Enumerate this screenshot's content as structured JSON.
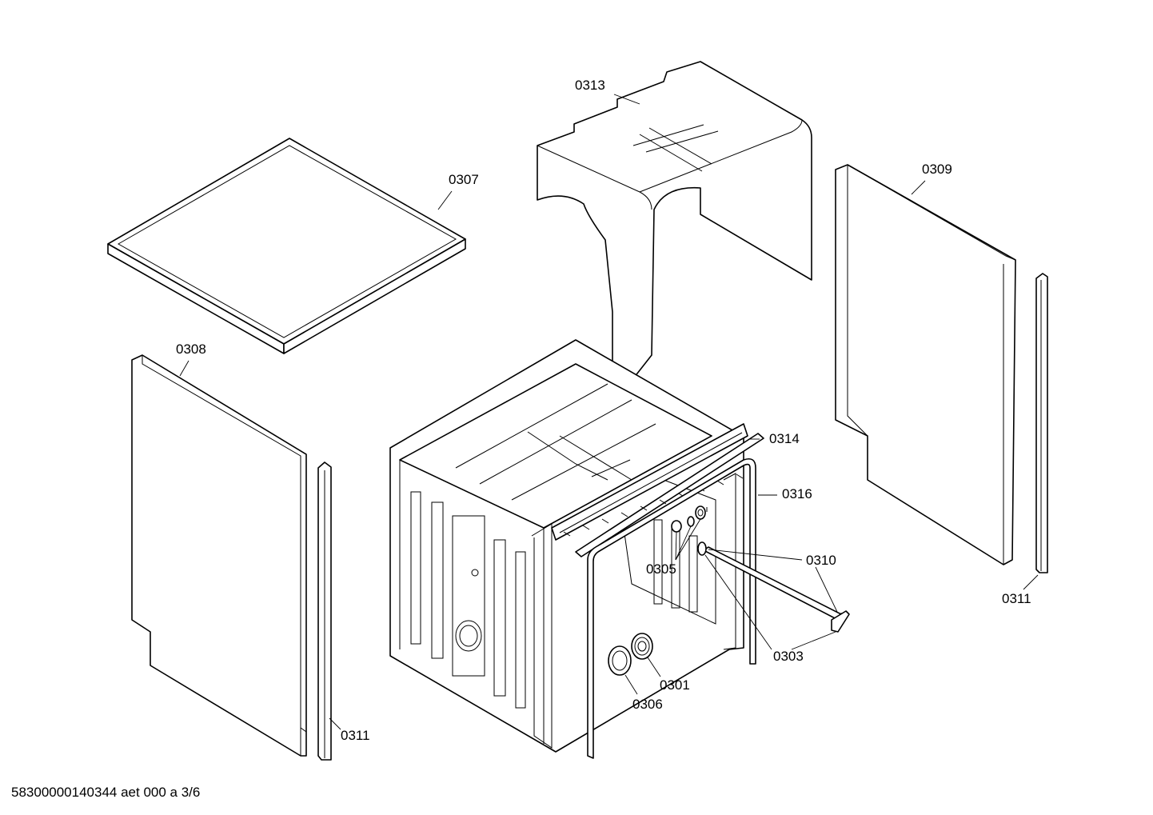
{
  "diagram": {
    "labels": {
      "l0313": "0313",
      "l0307": "0307",
      "l0309": "0309",
      "l0308": "0308",
      "l0314": "0314",
      "l0316": "0316",
      "l0310": "0310",
      "l0305": "0305",
      "l0311a": "0311",
      "l0311b": "0311",
      "l0303": "0303",
      "l0301": "0301",
      "l0306": "0306"
    },
    "colors": {
      "line": "#000000",
      "background": "#ffffff"
    }
  },
  "footer": {
    "code": "58300000140344 aet 000 a 3/6"
  }
}
